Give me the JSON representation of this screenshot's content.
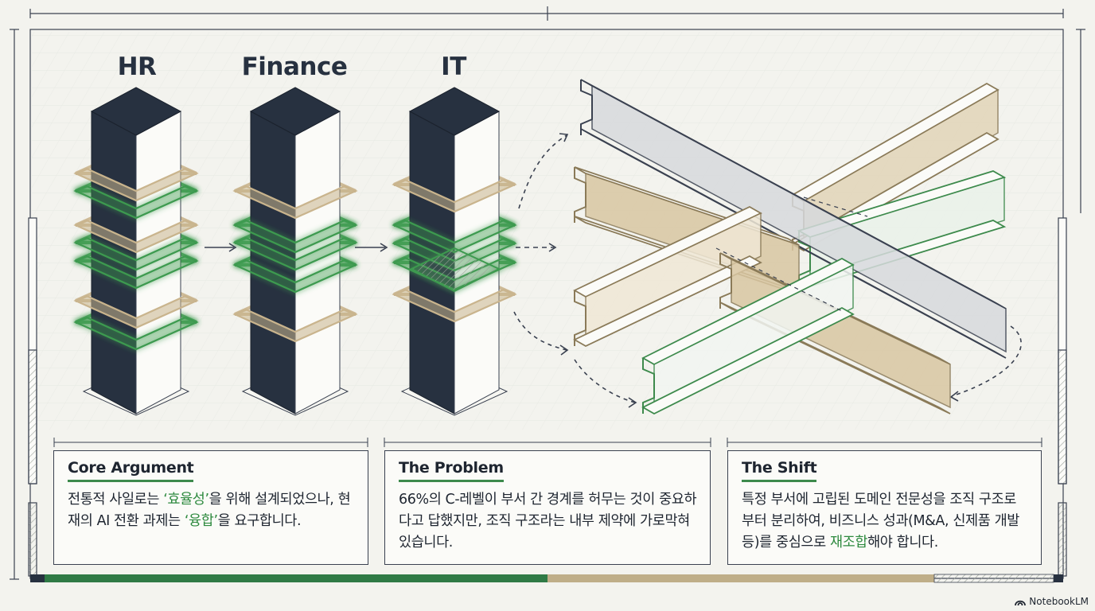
{
  "columns": [
    {
      "label": "HR"
    },
    {
      "label": "Finance"
    },
    {
      "label": "IT"
    }
  ],
  "cards": [
    {
      "title": "Core Argument",
      "body": [
        {
          "text": "전통적 사일로는 ",
          "hl": false
        },
        {
          "text": "‘효율성’",
          "hl": true
        },
        {
          "text": "을 위해 설계되었으나, 현재의 AI 전환 과제는 ",
          "hl": false
        },
        {
          "text": "‘융합’",
          "hl": true
        },
        {
          "text": "을 요구합니다.",
          "hl": false
        }
      ]
    },
    {
      "title": "The Problem",
      "body": [
        {
          "text": "66%의 C-레벨이 부서 간 경계를 허무는 것이 중요하다고 답했지만, 조직 구조라는 내부 제약에 가로막혀 있습니다.",
          "hl": false
        }
      ]
    },
    {
      "title": "The Shift",
      "body": [
        {
          "text": "특정 부서에 고립된 도메인 전문성을 조직 구조로부터 분리하여, 비즈니스 성과(M&A, 신제품 개발 등)를 중심으로 ",
          "hl": false
        },
        {
          "text": "재조합",
          "hl": true
        },
        {
          "text": "해야 합니다.",
          "hl": false
        }
      ]
    }
  ],
  "brand": "NotebookLM",
  "colors": {
    "navy": "#273140",
    "green": "#3d9a4f",
    "tan": "#c9b48d",
    "background": "#f3f3ee"
  }
}
